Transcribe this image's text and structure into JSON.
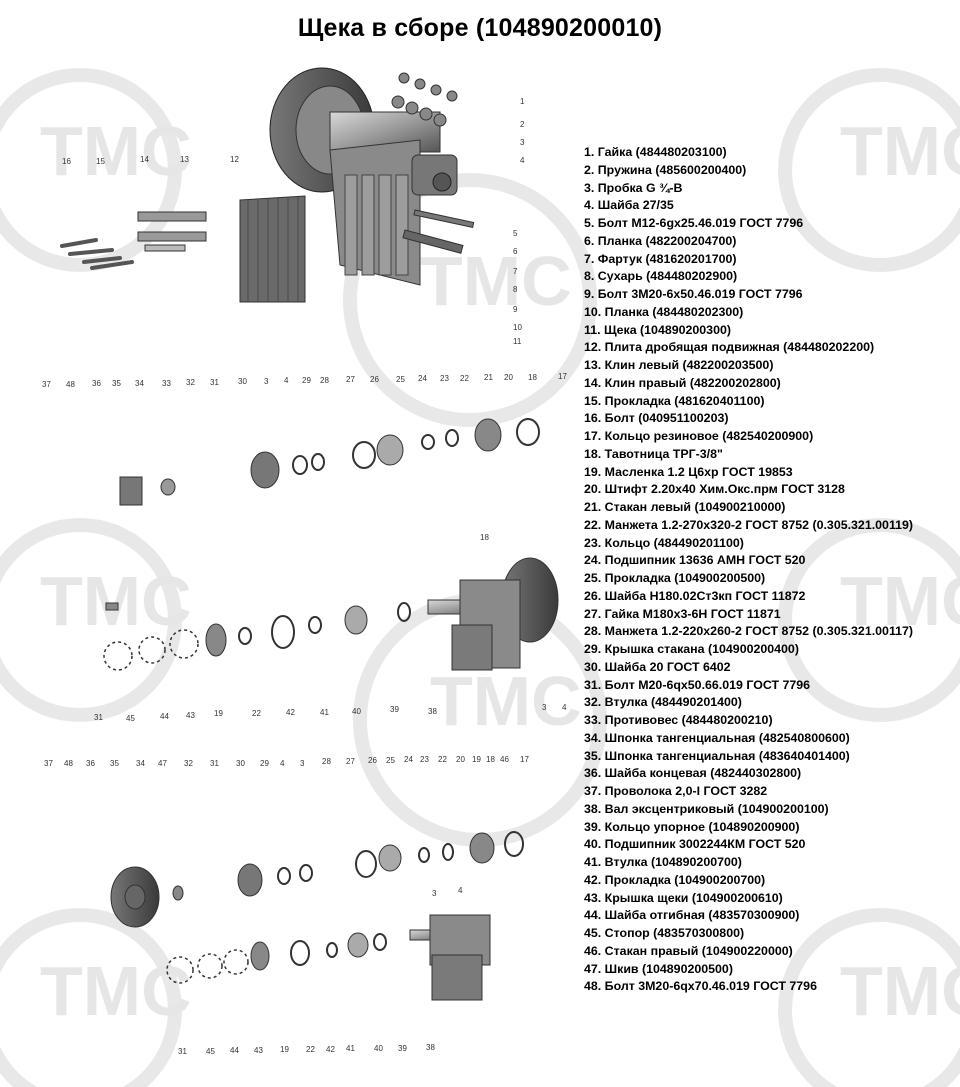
{
  "title": "Щека в сборе (104890200010)",
  "watermark": {
    "brand": "TMC",
    "subtitle": "ЕВРОМАЙНИНГ",
    "color": "#e3e3e3"
  },
  "parts": [
    "1. Гайка (484480203100)",
    "2. Пружина (485600200400)",
    "3. Пробка G ¾-В",
    "4. Шайба 27/35",
    "5. Болт М12-6gx25.46.019 ГОСТ 7796",
    "6. Планка (482200204700)",
    "7. Фартук (481620201700)",
    "8. Сухарь (484480202900)",
    "9. Болт 3М20-6х50.46.019 ГОСТ 7796",
    "10. Планка (484480202300)",
    "11. Щека (104890200300)",
    "12. Плита дробящая подвижная (484480202200)",
    "13. Клин левый (482200203500)",
    "14. Клин правый (482200202800)",
    "15. Прокладка (481620401100)",
    "16. Болт (040951100203)",
    "17. Кольцо резиновое (482540200900)",
    "18. Тавотница ТРГ-3/8\"",
    "19. Масленка 1.2 Ц6хр ГОСТ 19853",
    "20. Штифт 2.20х40 Хим.Окс.прм ГОСТ 3128",
    "21. Стакан левый (104900210000)",
    "22. Манжета 1.2-270х320-2 ГОСТ 8752 (0.305.321.00119)",
    "23. Кольцо (484490201100)",
    "24. Подшипник 13636 АМН ГОСТ 520",
    "25. Прокладка (104900200500)",
    "26. Шайба Н180.02Ст3кп ГОСТ 11872",
    "27. Гайка М180х3-6Н ГОСТ 11871",
    "28. Манжета 1.2-220х260-2 ГОСТ 8752 (0.305.321.00117)",
    "29. Крышка стакана (104900200400)",
    "30. Шайба 20 ГОСТ 6402",
    "31. Болт М20-6qx50.66.019 ГОСТ 7796",
    "32. Втулка (484490201400)",
    "33. Противовес (484480200210)",
    "34. Шпонка тангенциальная (482540800600)",
    "35. Шпонка тангенциальная (483640401400)",
    "36. Шайба концевая (482440302800)",
    "37. Проволока 2,0-I ГОСТ 3282",
    "38. Вал эксцентриковый  (104900200100)",
    "39. Кольцо упорное (104890200900)",
    "40. Подшипник 3002244КМ ГОСТ 520",
    "41. Втулка (104890200700)",
    "42. Прокладка (104900200700)",
    "43. Крышка щеки (104900200610)",
    "44. Шайба отгибная (483570300900)",
    "45. Стопор (483570300800)",
    "46. Стакан правый (104900220000)",
    "47. Шкив (104890200500)",
    "48. Болт 3М20-6qx70.46.019 ГОСТ 7796"
  ],
  "callouts": {
    "top": [
      "1",
      "2",
      "3",
      "4",
      "5",
      "6",
      "7",
      "8",
      "9",
      "10",
      "11",
      "12",
      "13",
      "14",
      "15",
      "16"
    ],
    "row1_top": [
      "37",
      "48",
      "36",
      "35",
      "34",
      "33",
      "32",
      "31",
      "30",
      "3",
      "4",
      "29",
      "28",
      "27",
      "26",
      "25",
      "24",
      "23",
      "22",
      "21",
      "20",
      "18",
      "17"
    ],
    "row2_side": [
      "18",
      "3",
      "4",
      "38"
    ],
    "row2_bottom": [
      "31",
      "45",
      "44",
      "43",
      "19",
      "22",
      "42",
      "41",
      "40",
      "39"
    ],
    "row3_top": [
      "37",
      "48",
      "36",
      "35",
      "34",
      "47",
      "32",
      "31",
      "30",
      "29",
      "4",
      "3",
      "28",
      "27",
      "26",
      "25",
      "24",
      "23",
      "22",
      "20",
      "19",
      "18",
      "46",
      "17"
    ],
    "row4_side": [
      "3",
      "4"
    ],
    "row4_bottom": [
      "31",
      "45",
      "44",
      "43",
      "19",
      "22",
      "42",
      "41",
      "40",
      "39",
      "38"
    ]
  }
}
